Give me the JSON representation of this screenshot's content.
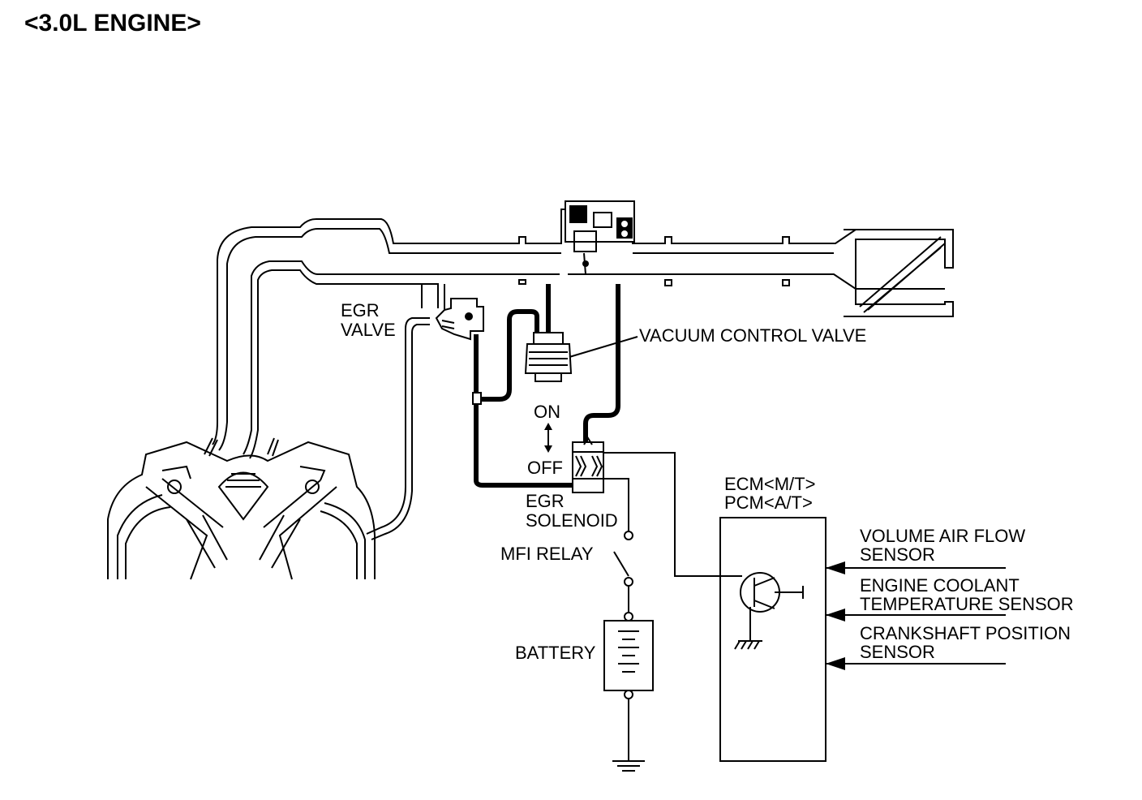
{
  "title": "<3.0L ENGINE>",
  "labels": {
    "egr_valve_1": "EGR",
    "egr_valve_2": "VALVE",
    "vacuum_control_valve": "VACUUM CONTROL VALVE",
    "on": "ON",
    "off": "OFF",
    "egr_solenoid_1": "EGR",
    "egr_solenoid_2": "SOLENOID",
    "mfi_relay": "MFI RELAY",
    "battery": "BATTERY",
    "ecm": "ECM<M/T>",
    "pcm": "PCM<A/T>",
    "vaf_1": "VOLUME AIR FLOW",
    "vaf_2": "SENSOR",
    "ect_1": "ENGINE COOLANT",
    "ect_2": "TEMPERATURE SENSOR",
    "ckp_1": "CRANKSHAFT POSITION",
    "ckp_2": "SENSOR"
  }
}
